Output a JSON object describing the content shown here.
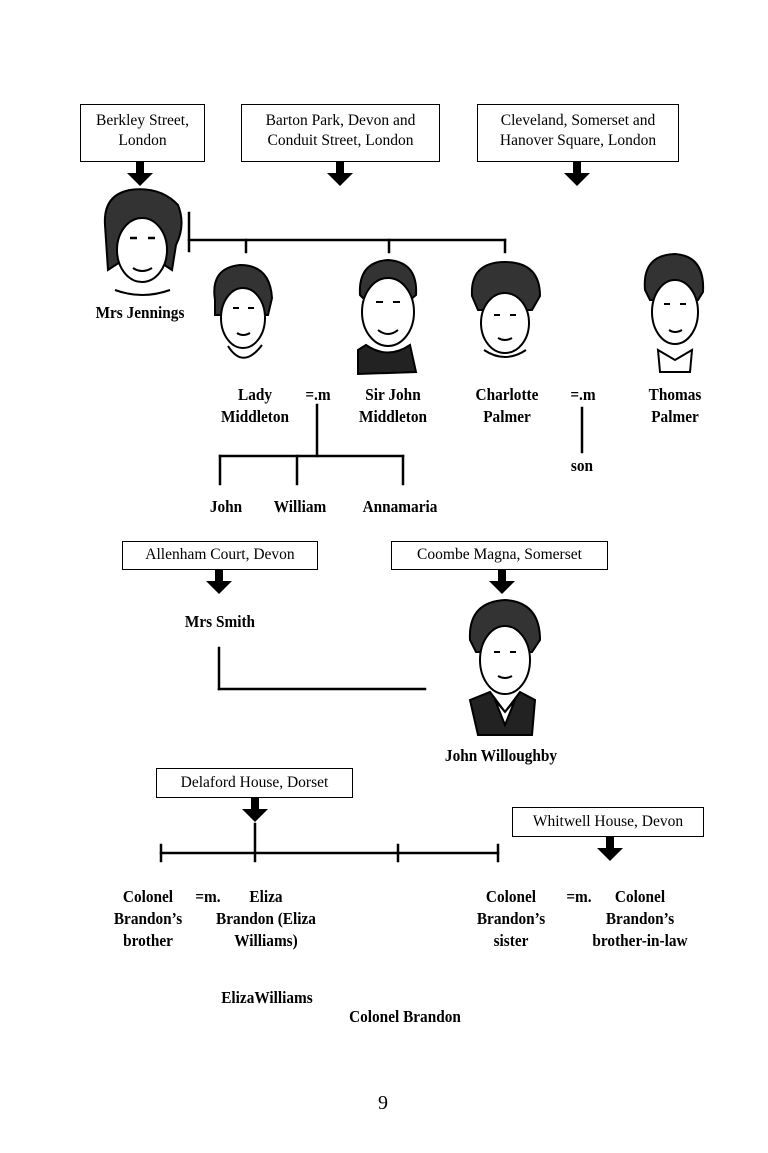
{
  "locations": {
    "berkley": "Berkley Street,\nLondon",
    "barton": "Barton Park, Devon and\nConduit Street, London",
    "cleveland": "Cleveland, Somerset and\nHanover Square, London",
    "allenham": "Allenham Court, Devon",
    "coombe": "Coombe Magna, Somerset",
    "delaford": "Delaford House, Dorset",
    "whitwell": "Whitwell House, Devon"
  },
  "people": {
    "mrs_jennings": "Mrs Jennings",
    "lady_middleton": "Lady\nMiddleton",
    "sir_john": "Sir John\nMiddleton",
    "charlotte": "Charlotte\nPalmer",
    "thomas": "Thomas\nPalmer",
    "son": "son",
    "john": "John",
    "william": "William",
    "annamaria": "Annamaria",
    "mrs_smith": "Mrs Smith",
    "willoughby": "John Willoughby",
    "brandon_brother": "Colonel\nBrandon’s\nbrother",
    "eliza_brandon": "Eliza\nBrandon (Eliza\nWilliams)",
    "brandon_sister": "Colonel\nBrandon’s\nsister",
    "brandon_in_law": "Colonel\nBrandon’s\nbrother-in-law",
    "eliza_williams": "ElizaWilliams",
    "colonel_brandon": "Colonel Brandon"
  },
  "marriage_marks": {
    "middleton": "=.m",
    "palmer": "=.m",
    "brandon": "=m.",
    "sister": "=m."
  },
  "page_number": "9"
}
